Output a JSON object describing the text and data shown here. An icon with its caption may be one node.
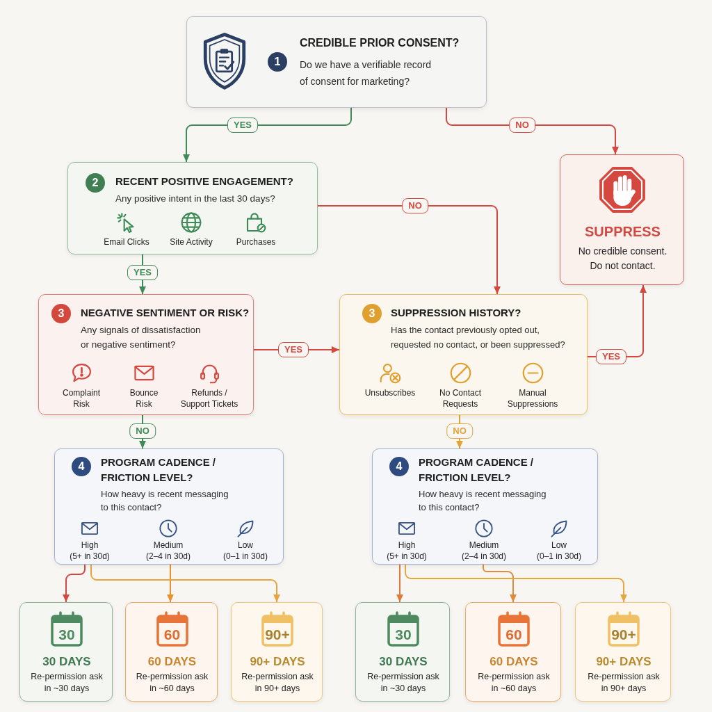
{
  "diagram": {
    "nodes": [
      {
        "text": [
          "1",
          "CREDIBLE PRIOR CONSENT?",
          "Do we have a verifiable record of consent for marketing?"
        ]
      },
      {
        "text": [
          "2",
          "RECENT POSITIVE ENGAGEMENT?",
          "Any positive intent in the last 30 days?",
          "Email Clicks",
          "Site Activity",
          "Purchases"
        ]
      },
      {
        "text": [
          "SUPPRESS",
          "No credible consent. Do not contact."
        ]
      },
      {
        "text": [
          "3",
          "NEGATIVE SENTIMENT OR RISK?",
          "Any signals of dissatisfaction or negative sentiment?",
          "Complaint Risk",
          "Bounce Risk",
          "Refunds / Support Tickets"
        ]
      },
      {
        "text": [
          "3",
          "SUPPRESSION HISTORY?",
          "Has the contact previously opted out, requested no contact, or been suppressed?",
          "Unsubscribes",
          "No Contact Requests",
          "Manual Suppressions"
        ]
      },
      {
        "text": [
          "4",
          "PROGRAM CADENCE / FRICTION LEVEL?",
          "How heavy is recent messaging to this contact?",
          "High",
          "(5+ in 30d)",
          "Medium",
          "(2–4 in 30d)",
          "Low",
          "(0–1 in 30d)"
        ]
      },
      {
        "text": [
          "4",
          "PROGRAM CADENCE / FRICTION LEVEL?",
          "How heavy is recent messaging to this contact?",
          "High",
          "(5+ in 30d)",
          "Medium",
          "(2–4 in 30d)",
          "Low",
          "(0–1 in 30d)"
        ]
      },
      {
        "text": [
          "30",
          "30 DAYS",
          "Re-permission ask in ~30 days"
        ]
      },
      {
        "text": [
          "60",
          "60 DAYS",
          "Re-permission ask in ~60 days"
        ]
      },
      {
        "text": [
          "90+",
          "90+ DAYS",
          "Re-permission ask in 90+ days"
        ]
      },
      {
        "text": [
          "30",
          "30 DAYS",
          "Re-permission ask in ~30 days"
        ]
      },
      {
        "text": [
          "60",
          "60 DAYS",
          "Re-permission ask in ~60 days"
        ]
      },
      {
        "text": [
          "90+",
          "90+ DAYS",
          "Re-permission ask in 90+ days"
        ]
      }
    ],
    "edges": [
      {
        "from": 0,
        "to": 1,
        "arrow": "to",
        "label": "YES",
        "color": "#3f8b57"
      },
      {
        "from": 0,
        "to": 2,
        "arrow": "to",
        "label": "NO",
        "color": "#d5483f"
      },
      {
        "from": 1,
        "to": 3,
        "arrow": "to",
        "label": "YES",
        "color": "#3f8b57"
      },
      {
        "from": 1,
        "to": 4,
        "arrow": "to",
        "label": "NO",
        "color": "#d5483f"
      },
      {
        "from": 3,
        "to": 4,
        "arrow": "to",
        "label": "YES",
        "color": "#d5483f"
      },
      {
        "from": 3,
        "to": 5,
        "arrow": "to",
        "label": "NO",
        "color": "#3f8b57"
      },
      {
        "from": 4,
        "to": 2,
        "arrow": "to",
        "label": "YES",
        "color": "#d5483f"
      },
      {
        "from": 4,
        "to": 6,
        "arrow": "to",
        "label": "NO",
        "color": "#e2a437"
      },
      {
        "from": 5,
        "to": 7,
        "arrow": "to",
        "color": "#d5483f"
      },
      {
        "from": 5,
        "to": 8,
        "arrow": "to",
        "color": "#e8912f"
      },
      {
        "from": 5,
        "to": 9,
        "arrow": "to",
        "color": "#e8a43a"
      },
      {
        "from": 6,
        "to": 10,
        "arrow": "to",
        "color": "#db7a3a"
      },
      {
        "from": 6,
        "to": 11,
        "arrow": "to",
        "color": "#e08a3a"
      },
      {
        "from": 6,
        "to": 12,
        "arrow": "to",
        "color": "#e6a640"
      }
    ]
  }
}
